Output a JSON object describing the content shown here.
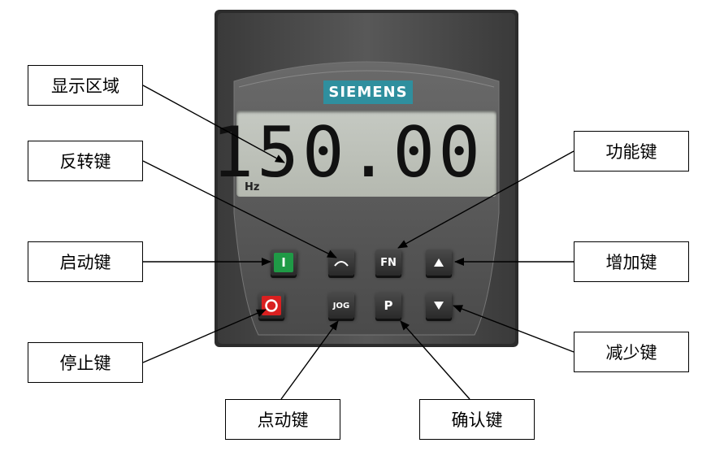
{
  "device": {
    "brand": "SIEMENS",
    "display_value": "150.00",
    "display_unit": "Hz",
    "keys": {
      "start": "I",
      "fn": "FN",
      "jog": "JOG",
      "p": "P"
    }
  },
  "labels": {
    "display_area": "显示区域",
    "reverse_key": "反转键",
    "start_key": "启动键",
    "stop_key": "停止键",
    "jog_key": "点动键",
    "confirm_key": "确认键",
    "function_key": "功能键",
    "increase_key": "增加键",
    "decrease_key": "减少键"
  },
  "colors": {
    "brand_bg": "#2f8f9e",
    "start_key": "#1f9a46",
    "stop_key": "#d92020"
  },
  "icons": {
    "reverse": "reverse-arc-icon",
    "increase": "triangle-up-icon",
    "decrease": "triangle-down-icon",
    "stop": "circle-icon"
  }
}
